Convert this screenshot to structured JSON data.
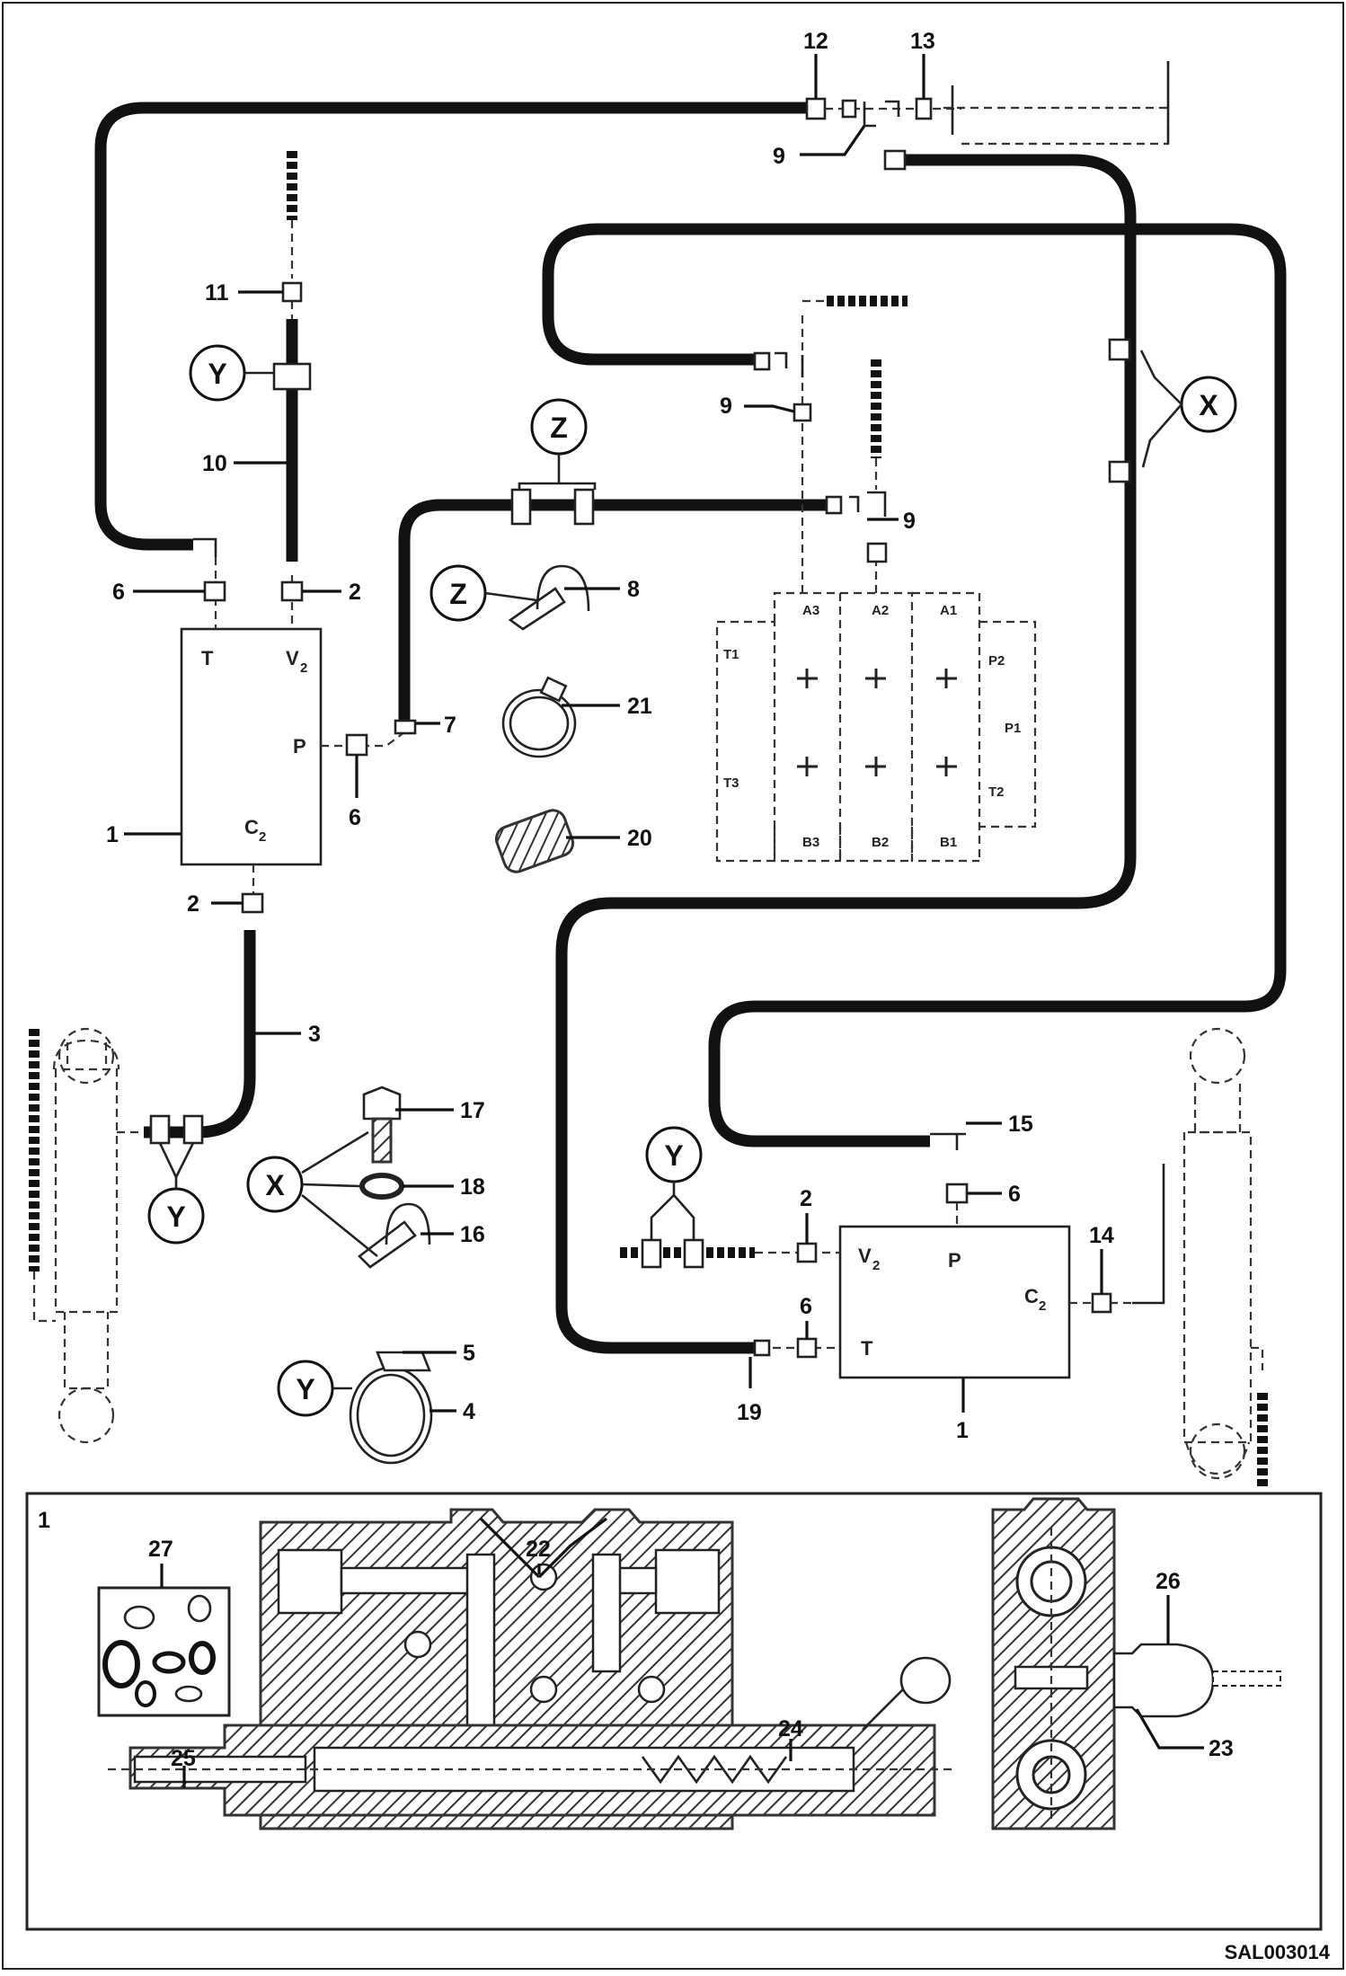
{
  "doc_code": "SAL003014",
  "badges": {
    "x": "X",
    "y": "Y",
    "z": "Z"
  },
  "ports": {
    "t": "T",
    "v2": "V",
    "v2_sub": "2",
    "p": "P",
    "c2": "C",
    "c2_sub": "2",
    "a3": "A3",
    "a2": "A2",
    "a1": "A1",
    "b3": "B3",
    "b2": "B2",
    "b1": "B1",
    "t1": "T1",
    "t2": "T3",
    "p1": "P1",
    "p2": "P2",
    "t3": "T2"
  },
  "callouts": {
    "c1": "1",
    "c2": "2",
    "c3": "3",
    "c4": "4",
    "c5": "5",
    "c6": "6",
    "c7": "7",
    "c8": "8",
    "c9": "9",
    "c10": "10",
    "c11": "11",
    "c12": "12",
    "c13": "13",
    "c14": "14",
    "c15": "15",
    "c16": "16",
    "c17": "17",
    "c18": "18",
    "c19": "19",
    "c20": "20",
    "c21": "21",
    "c22": "22",
    "c23": "23",
    "c24": "24",
    "c25": "25",
    "c26": "26",
    "c27": "27"
  },
  "inset_label": "1"
}
